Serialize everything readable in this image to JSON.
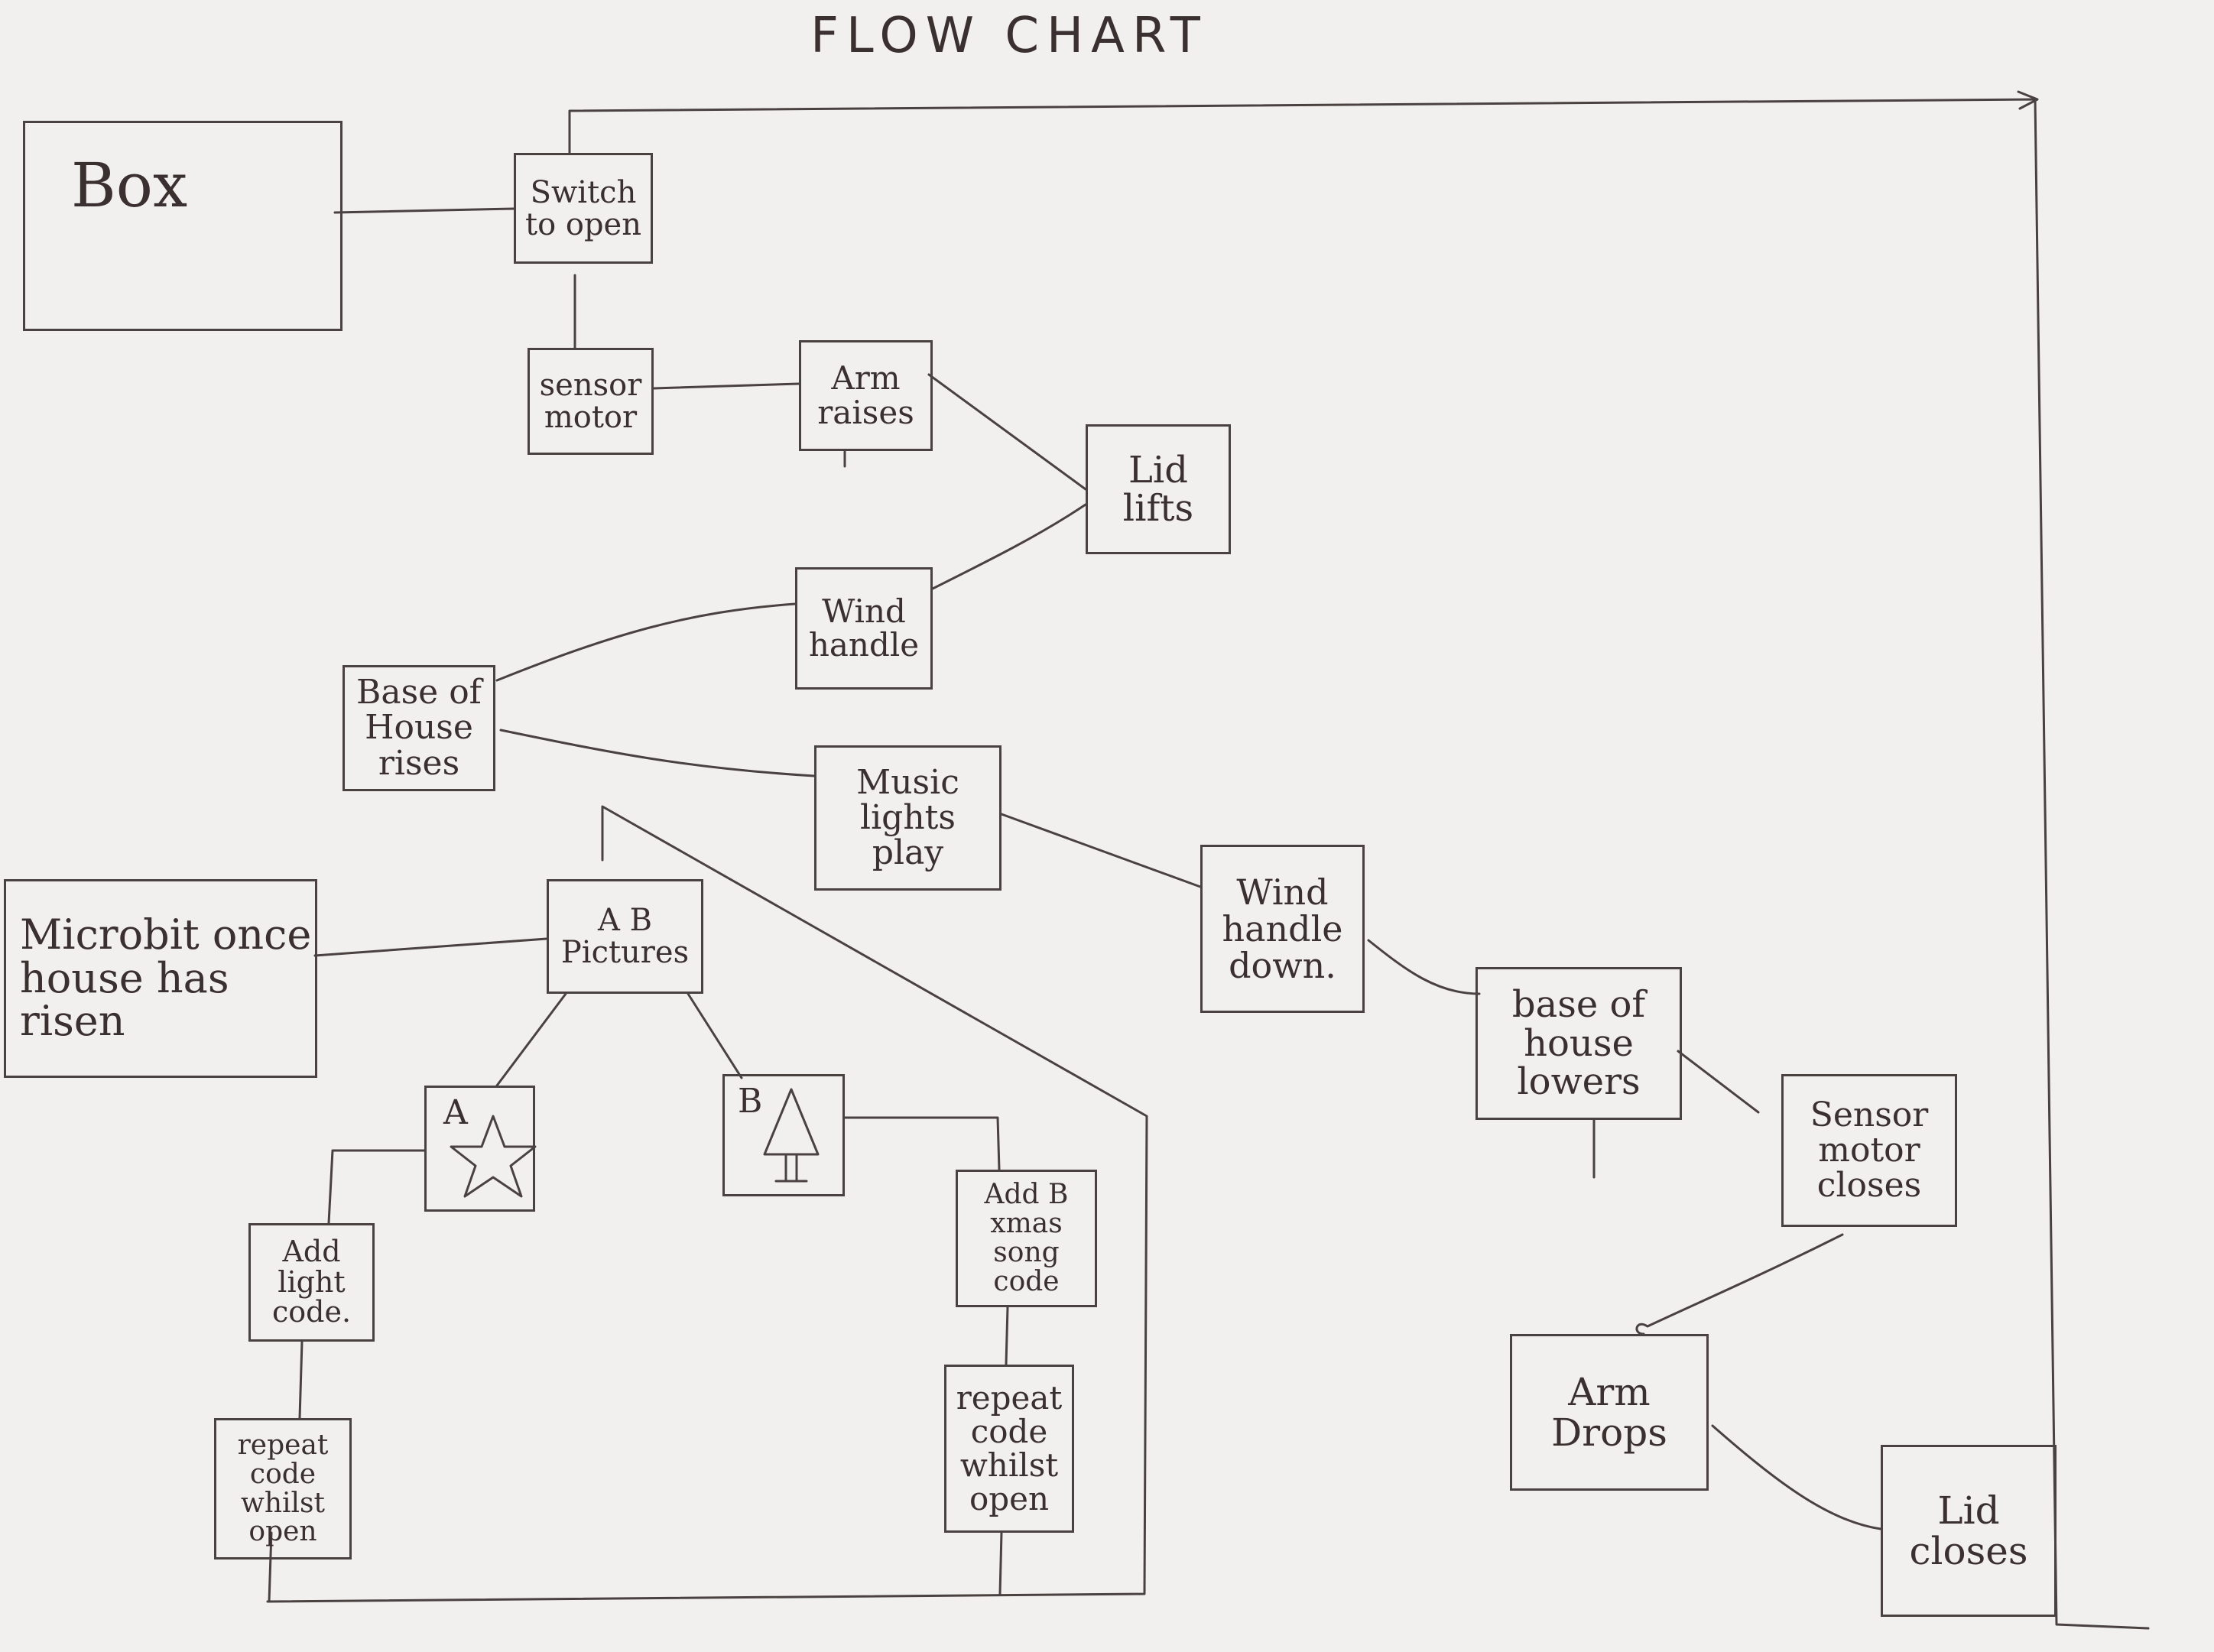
{
  "title": "FLOW CHART",
  "nodes": {
    "box": "Box",
    "switch": "Switch to open",
    "sensor_motor": "sensor motor",
    "arm_raises": "Arm raises",
    "lid_lifts": "Lid lifts",
    "wind_handle": "Wind handle",
    "base_rises": "Base of House rises",
    "music": "Music lights play",
    "microbit": "Microbit once house has risen",
    "ab_pictures": "A B Pictures",
    "add_light": "Add light code.",
    "repeat_a": "repeat code whilst open",
    "add_b": "Add B xmas song code",
    "repeat_b": "repeat code whilst open",
    "wind_down": "Wind handle down.",
    "base_lowers": "base of house lowers",
    "sensor_closes": "Sensor motor closes",
    "arm_drops": "Arm Drops",
    "lid_closes": "Lid closes"
  },
  "pictures": {
    "a_letter": "A",
    "b_letter": "B",
    "a_icon": "star-icon",
    "b_icon": "tree-icon"
  },
  "ink_color": "#3b3030",
  "paper_color": "#f1f0ee"
}
